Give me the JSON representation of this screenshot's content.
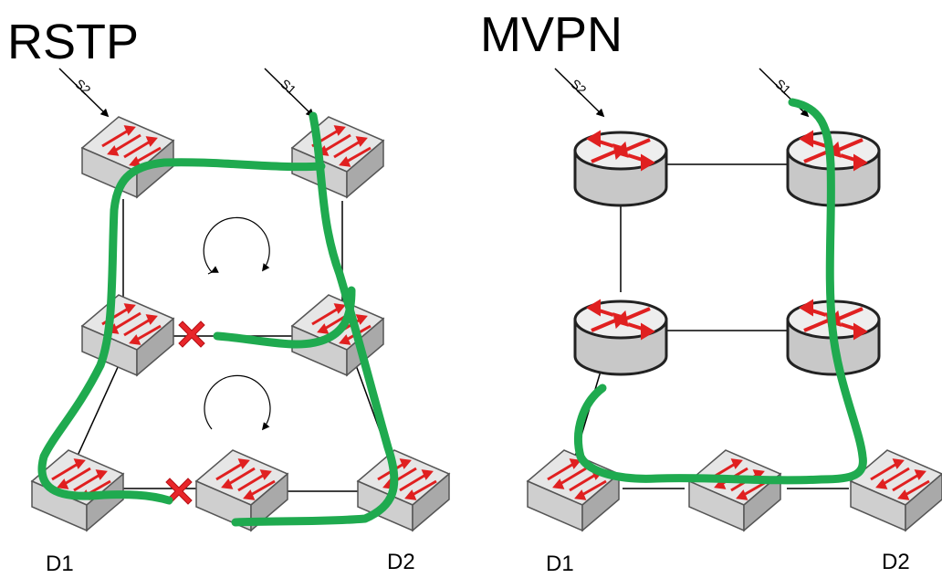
{
  "rstp": {
    "title": "RSTP",
    "sources": [
      "S2",
      "S1"
    ],
    "destinations": [
      "D1",
      "D2"
    ]
  },
  "mvpn": {
    "title": "MVPN",
    "sources": [
      "S2",
      "S1"
    ],
    "destinations": [
      "D1",
      "D2"
    ]
  },
  "colors": {
    "multicast_path": "#1faa4f",
    "blocked_port": "#e8262a",
    "device_arrows": "#e02020"
  },
  "icons": {
    "switch": "switch-icon",
    "router": "router-icon",
    "blocked": "blocked-port-x-icon",
    "loop": "loop-arrows-icon"
  }
}
